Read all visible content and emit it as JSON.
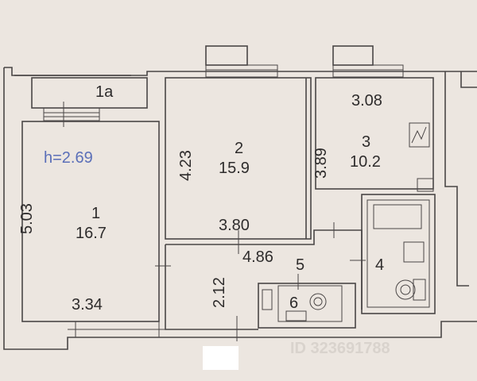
{
  "plan": {
    "ceiling_height": "h=2.69",
    "balcony_label": "1a",
    "rooms": [
      {
        "number": "1",
        "area": "16.7",
        "dims": [
          "5.03",
          "3.34"
        ]
      },
      {
        "number": "2",
        "area": "15.9",
        "dims": [
          "4.23",
          "3.80"
        ]
      },
      {
        "number": "3",
        "area": "10.2",
        "dims": [
          "3.89",
          "3.08"
        ]
      },
      {
        "number": "4"
      },
      {
        "number": "5",
        "dims": [
          "4.86",
          "2.12"
        ]
      },
      {
        "number": "6"
      }
    ],
    "watermark": "ID 323691788"
  },
  "colors": {
    "paper": "#ece6e0",
    "ink": "#4a4646",
    "height_label": "#5b6fb8"
  }
}
